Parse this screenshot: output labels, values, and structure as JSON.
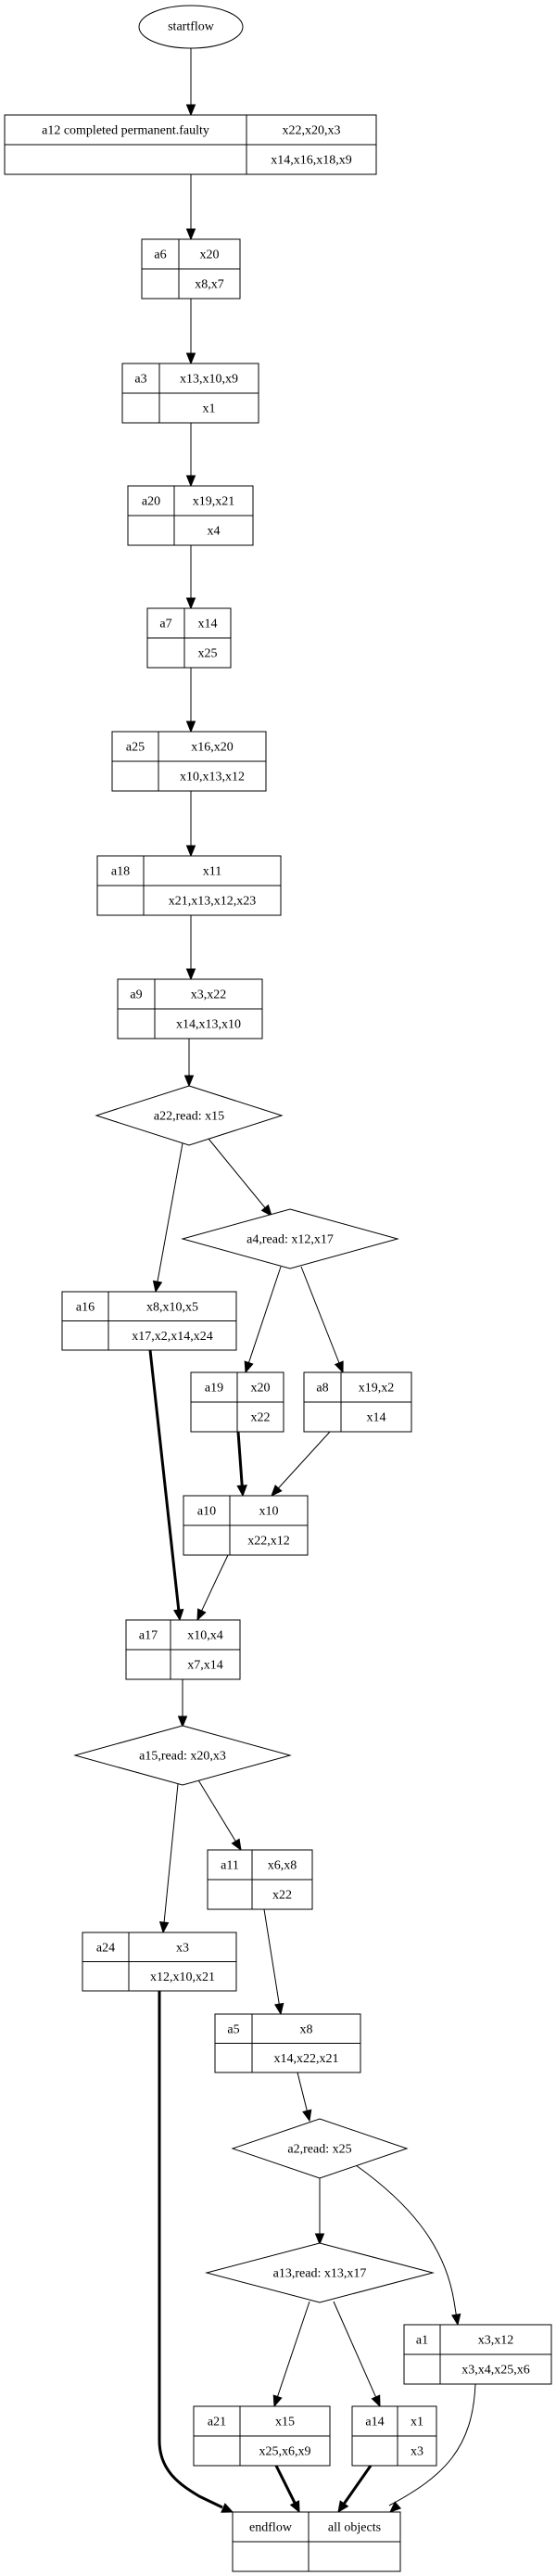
{
  "diagram": {
    "type": "activity-flow",
    "start": {
      "id": "startflow",
      "label": "startflow"
    },
    "nodes": [
      {
        "id": "a12",
        "kind": "action",
        "name": "a12 completed permanent.faulty",
        "inputs": "x22,x20,x3",
        "outputs": "x14,x16,x18,x9"
      },
      {
        "id": "a6",
        "kind": "action",
        "name": "a6",
        "inputs": "x20",
        "outputs": "x8,x7"
      },
      {
        "id": "a3",
        "kind": "action",
        "name": "a3",
        "inputs": "x13,x10,x9",
        "outputs": "x1"
      },
      {
        "id": "a20",
        "kind": "action",
        "name": "a20",
        "inputs": "x19,x21",
        "outputs": "x4"
      },
      {
        "id": "a7",
        "kind": "action",
        "name": "a7",
        "inputs": "x14",
        "outputs": "x25"
      },
      {
        "id": "a25",
        "kind": "action",
        "name": "a25",
        "inputs": "x16,x20",
        "outputs": "x10,x13,x12"
      },
      {
        "id": "a18",
        "kind": "action",
        "name": "a18",
        "inputs": "x11",
        "outputs": "x21,x13,x12,x23"
      },
      {
        "id": "a9",
        "kind": "action",
        "name": "a9",
        "inputs": "x3,x22",
        "outputs": "x14,x13,x10"
      },
      {
        "id": "a22",
        "kind": "decision",
        "label": "a22,read: x15"
      },
      {
        "id": "a4",
        "kind": "decision",
        "label": "a4,read: x12,x17"
      },
      {
        "id": "a16",
        "kind": "action",
        "name": "a16",
        "inputs": "x8,x10,x5",
        "outputs": "x17,x2,x14,x24"
      },
      {
        "id": "a19",
        "kind": "action",
        "name": "a19",
        "inputs": "x20",
        "outputs": "x22"
      },
      {
        "id": "a8",
        "kind": "action",
        "name": "a8",
        "inputs": "x19,x2",
        "outputs": "x14"
      },
      {
        "id": "a10",
        "kind": "action",
        "name": "a10",
        "inputs": "x10",
        "outputs": "x22,x12"
      },
      {
        "id": "a17",
        "kind": "action",
        "name": "a17",
        "inputs": "x10,x4",
        "outputs": "x7,x14"
      },
      {
        "id": "a15",
        "kind": "decision",
        "label": "a15,read: x20,x3"
      },
      {
        "id": "a11",
        "kind": "action",
        "name": "a11",
        "inputs": "x6,x8",
        "outputs": "x22"
      },
      {
        "id": "a24",
        "kind": "action",
        "name": "a24",
        "inputs": "x3",
        "outputs": "x12,x10,x21"
      },
      {
        "id": "a5",
        "kind": "action",
        "name": "a5",
        "inputs": "x8",
        "outputs": "x14,x22,x21"
      },
      {
        "id": "a2",
        "kind": "decision",
        "label": "a2,read: x25"
      },
      {
        "id": "a13",
        "kind": "decision",
        "label": "a13,read: x13,x17"
      },
      {
        "id": "a1",
        "kind": "action",
        "name": "a1",
        "inputs": "x3,x12",
        "outputs": "x3,x4,x25,x6"
      },
      {
        "id": "a21",
        "kind": "action",
        "name": "a21",
        "inputs": "x15",
        "outputs": "x25,x6,x9"
      },
      {
        "id": "a14",
        "kind": "action",
        "name": "a14",
        "inputs": "x1",
        "outputs": "x3"
      },
      {
        "id": "endflow",
        "kind": "end",
        "name": "endflow",
        "inputs": "all objects",
        "outputs": ""
      }
    ],
    "edges": [
      {
        "from": "startflow",
        "to": "a12",
        "bold": false
      },
      {
        "from": "a12",
        "to": "a6",
        "bold": false
      },
      {
        "from": "a6",
        "to": "a3",
        "bold": false
      },
      {
        "from": "a3",
        "to": "a20",
        "bold": false
      },
      {
        "from": "a20",
        "to": "a7",
        "bold": false
      },
      {
        "from": "a7",
        "to": "a25",
        "bold": false
      },
      {
        "from": "a25",
        "to": "a18",
        "bold": false
      },
      {
        "from": "a18",
        "to": "a9",
        "bold": false
      },
      {
        "from": "a9",
        "to": "a22",
        "bold": false
      },
      {
        "from": "a22",
        "to": "a16",
        "bold": false
      },
      {
        "from": "a22",
        "to": "a4",
        "bold": false
      },
      {
        "from": "a4",
        "to": "a19",
        "bold": false
      },
      {
        "from": "a4",
        "to": "a8",
        "bold": false
      },
      {
        "from": "a16",
        "to": "a17",
        "bold": true
      },
      {
        "from": "a19",
        "to": "a10",
        "bold": true
      },
      {
        "from": "a8",
        "to": "a10",
        "bold": false
      },
      {
        "from": "a10",
        "to": "a17",
        "bold": false
      },
      {
        "from": "a17",
        "to": "a15",
        "bold": false
      },
      {
        "from": "a15",
        "to": "a24",
        "bold": false
      },
      {
        "from": "a15",
        "to": "a11",
        "bold": false
      },
      {
        "from": "a11",
        "to": "a5",
        "bold": false
      },
      {
        "from": "a5",
        "to": "a2",
        "bold": false
      },
      {
        "from": "a2",
        "to": "a13",
        "bold": false
      },
      {
        "from": "a2",
        "to": "a1",
        "bold": false
      },
      {
        "from": "a13",
        "to": "a21",
        "bold": false
      },
      {
        "from": "a13",
        "to": "a14",
        "bold": false
      },
      {
        "from": "a24",
        "to": "endflow",
        "bold": true
      },
      {
        "from": "a21",
        "to": "endflow",
        "bold": true
      },
      {
        "from": "a14",
        "to": "endflow",
        "bold": true
      },
      {
        "from": "a1",
        "to": "endflow",
        "bold": false
      }
    ]
  }
}
